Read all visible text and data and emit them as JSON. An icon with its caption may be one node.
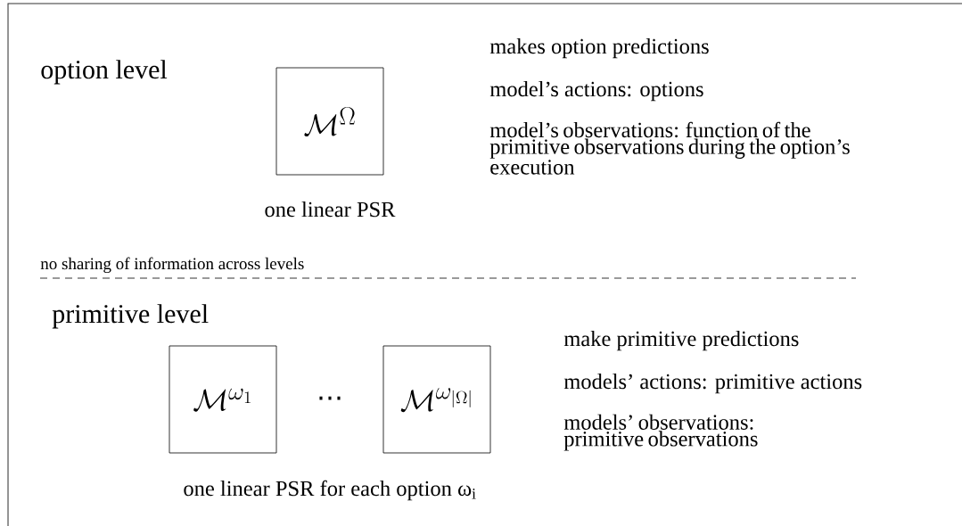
{
  "diagram": {
    "nodes": [
      {
        "text": [
          "\\mathcal{M}^{\\Omega}"
        ],
        "beside": [
          "one linear PSR"
        ]
      },
      {
        "text": [
          "\\mathcal{M}^{\\omega_1}"
        ]
      },
      {
        "text": [
          "\\mathcal{M}^{\\omega_{|\\Omega|}}"
        ]
      }
    ],
    "labels": [
      "option level",
      "makes option predictions",
      "model’s actions: options",
      "model’s observations: function of the primitive observations during the option’s execution",
      "no sharing of information across levels",
      "primitive level",
      "⋯",
      "make primitive predictions",
      "models’ actions: primitive actions",
      "models’ observations: primitive observations",
      "one linear PSR for each option ω$_{i}$"
    ]
  }
}
